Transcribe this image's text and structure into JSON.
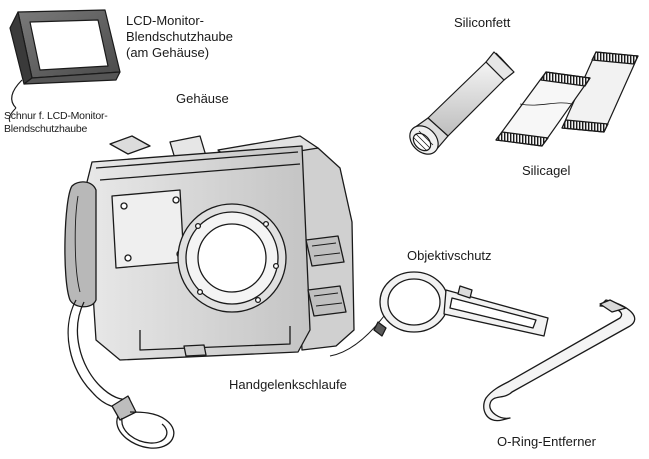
{
  "labels": {
    "lcd_hood": [
      "LCD-Monitor-",
      "Blendschutzhaube",
      "(am Gehäuse)"
    ],
    "hood_cord": [
      "Schnur f. LCD-Monitor-",
      "Blendschutzhaube"
    ],
    "housing": "Gehäuse",
    "silicone_grease": "Siliconfett",
    "silica_gel": "Silicagel",
    "lens_cap": "Objektivschutz",
    "wrist_strap": "Handgelenkschlaufe",
    "o_ring_remover": "O-Ring-Entferner"
  },
  "colors": {
    "line": "#1a1a1a",
    "shade_light": "#d8d8d8",
    "shade_mid": "#9a9a9a",
    "shade_dark": "#5a5a5a",
    "paper": "#ffffff"
  }
}
